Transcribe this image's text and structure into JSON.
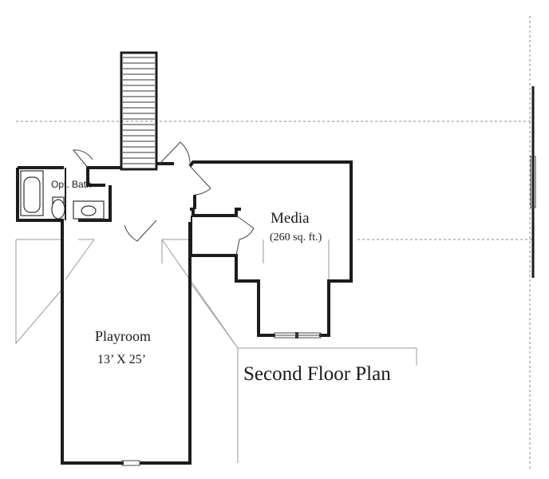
{
  "plan": {
    "title": "Second Floor Plan",
    "rooms": {
      "bath": {
        "name": "Opt. Bath"
      },
      "media": {
        "name": "Media",
        "area": "(260 sq. ft.)"
      },
      "playroom": {
        "name": "Playroom",
        "dimensions": "13’ X 25’"
      }
    }
  }
}
